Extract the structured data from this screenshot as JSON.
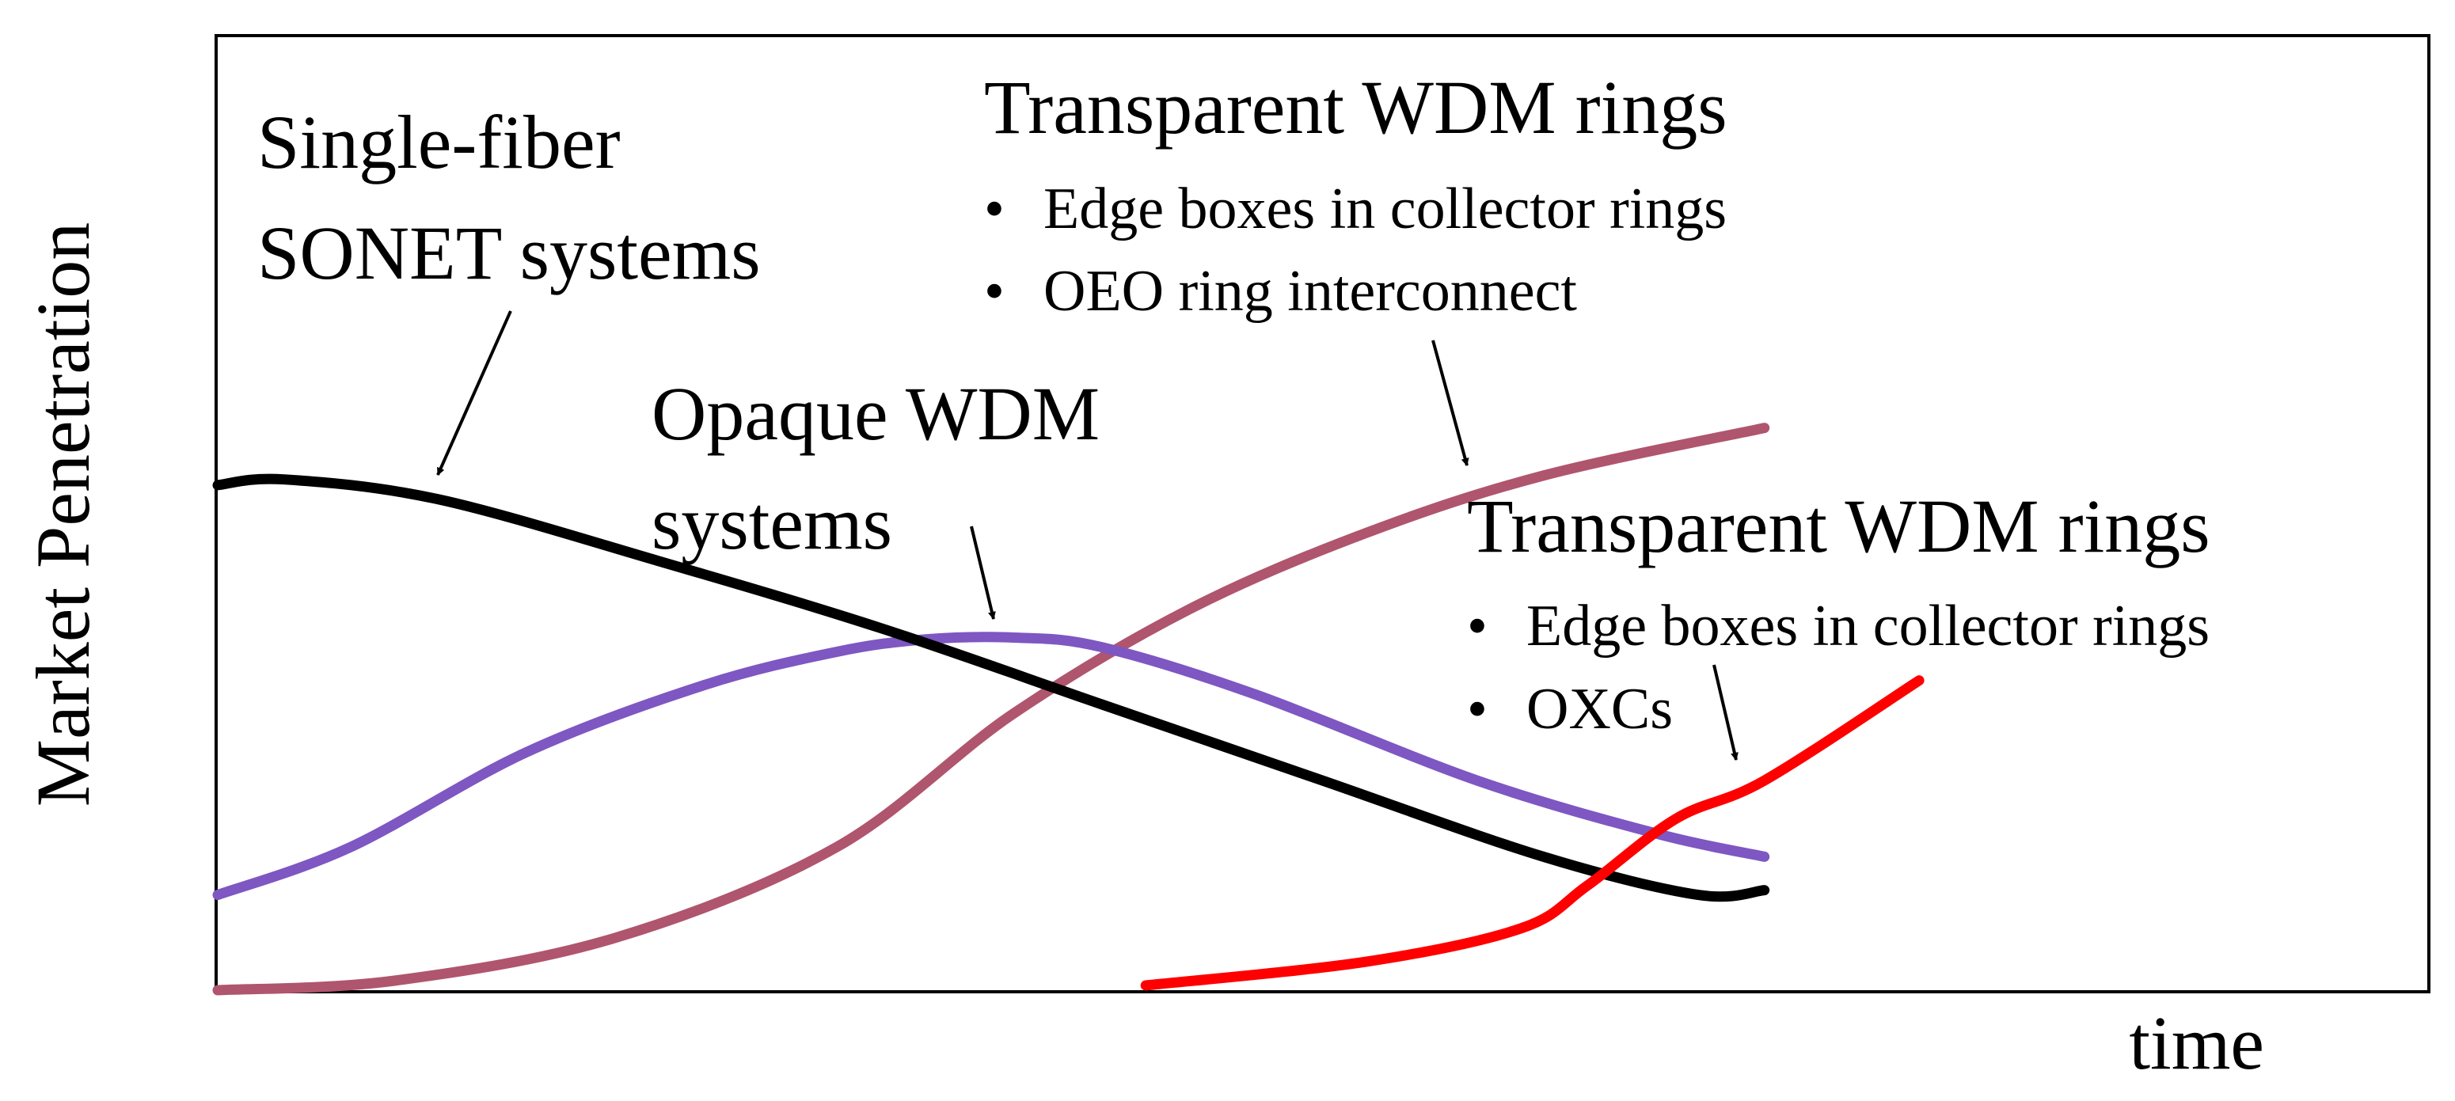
{
  "chart_data": {
    "type": "line",
    "title": "",
    "xlabel": "time",
    "ylabel": "Market Penetration",
    "xlim": [
      0,
      100
    ],
    "ylim": [
      0,
      100
    ],
    "grid": false,
    "legend": "none",
    "series": [
      {
        "key": "sonet",
        "color": "#000000",
        "points": [
          [
            0,
            53
          ],
          [
            3,
            53.6
          ],
          [
            10,
            51.5
          ],
          [
            20,
            45
          ],
          [
            30,
            38
          ],
          [
            40,
            30
          ],
          [
            50,
            22
          ],
          [
            60,
            14
          ],
          [
            67,
            10
          ],
          [
            70,
            10.5
          ]
        ]
      },
      {
        "key": "opaque",
        "color": "#7e57c2",
        "points": [
          [
            0,
            10
          ],
          [
            6,
            15
          ],
          [
            14,
            25
          ],
          [
            22,
            32
          ],
          [
            28,
            35.5
          ],
          [
            32,
            36.8
          ],
          [
            36,
            37
          ],
          [
            40,
            36
          ],
          [
            47,
            31
          ],
          [
            57,
            22
          ],
          [
            65,
            16.5
          ],
          [
            70,
            14
          ]
        ]
      },
      {
        "key": "transparent_oeo",
        "color": "#b0556e",
        "points": [
          [
            0,
            0
          ],
          [
            8,
            1
          ],
          [
            18,
            5.5
          ],
          [
            28,
            15
          ],
          [
            36,
            29
          ],
          [
            44,
            40
          ],
          [
            52,
            48
          ],
          [
            60,
            54
          ],
          [
            70,
            59
          ]
        ]
      },
      {
        "key": "transparent_oxc",
        "color": "#ff0000",
        "points": [
          [
            42,
            0.5
          ],
          [
            52,
            3
          ],
          [
            59,
            6.5
          ],
          [
            62,
            11
          ],
          [
            66,
            18
          ],
          [
            70,
            22
          ],
          [
            77,
            32.5
          ]
        ]
      }
    ],
    "annotations": [
      {
        "key": "sonet",
        "title_lines": [
          "Single-fiber",
          "SONET systems"
        ],
        "bullets": []
      },
      {
        "key": "opaque",
        "title_lines": [
          "Opaque WDM",
          "systems"
        ],
        "bullets": []
      },
      {
        "key": "transparent_oeo",
        "title_lines": [
          "Transparent WDM rings"
        ],
        "bullets": [
          "Edge boxes in collector rings",
          "OEO ring interconnect"
        ]
      },
      {
        "key": "transparent_oxc",
        "title_lines": [
          "Transparent WDM rings"
        ],
        "bullets": [
          "Edge boxes in collector rings",
          "OXCs"
        ]
      }
    ],
    "bullet_glyph": "•"
  }
}
